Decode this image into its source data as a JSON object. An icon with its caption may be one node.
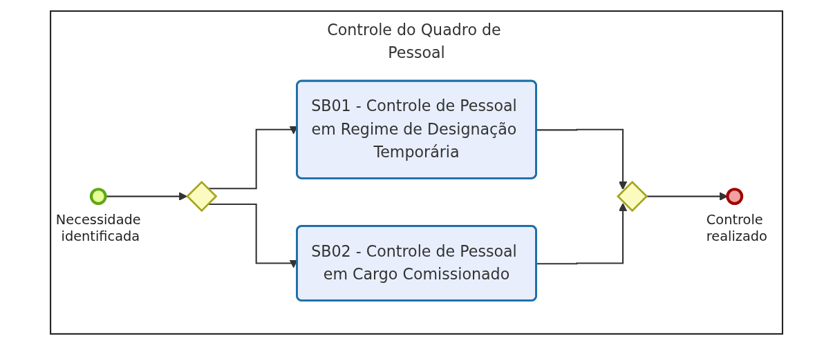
{
  "diagram": {
    "nodes": [
      {
        "text": [
          "Controle do Quadro de Pessoal"
        ]
      },
      {
        "text": [],
        "shape": "circle",
        "in": 0,
        "beside": [
          "Necessidade identificada"
        ]
      },
      {
        "text": [],
        "shape": "diamond",
        "in": 0
      },
      {
        "text": [
          "SB01 - Controle de Pessoal em Regime de Designação Temporária"
        ],
        "in": 0
      },
      {
        "text": [
          "SB02 - Controle de Pessoal em Cargo Comissionado"
        ],
        "in": 0
      },
      {
        "text": [],
        "shape": "diamond",
        "in": 0
      },
      {
        "text": [],
        "shape": "circle",
        "in": 0,
        "beside": [
          "Controle realizado"
        ]
      }
    ],
    "edges": [
      {
        "from": 1,
        "to": 2,
        "arrow": "to"
      },
      {
        "from": 2,
        "to": 3,
        "arrow": "to"
      },
      {
        "from": 2,
        "to": 4,
        "arrow": "to"
      },
      {
        "from": 3,
        "to": 5,
        "arrow": "to"
      },
      {
        "from": 4,
        "to": 5,
        "arrow": "to"
      },
      {
        "from": 5,
        "to": 6,
        "arrow": "to"
      }
    ]
  }
}
